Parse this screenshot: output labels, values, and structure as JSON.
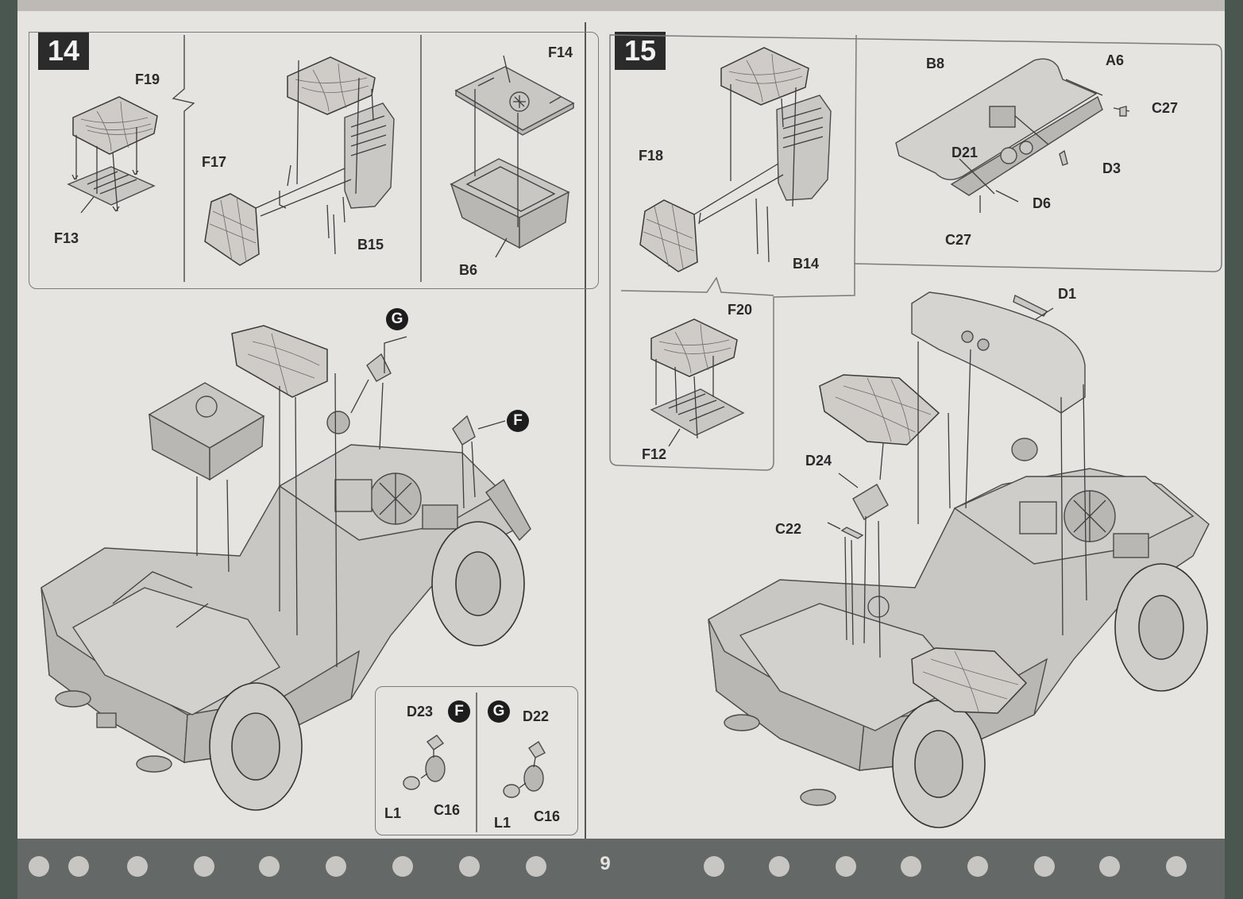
{
  "page_number": "9",
  "steps": [
    {
      "number": "14",
      "sub_assemblies": [
        {
          "parts": [
            "F19",
            "F13"
          ]
        },
        {
          "parts": [
            "F17",
            "B15"
          ]
        },
        {
          "parts": [
            "F14",
            "B6"
          ]
        }
      ],
      "markers": [
        "G",
        "F"
      ],
      "detail_box": {
        "left": {
          "marker": "F",
          "parts": [
            "D23",
            "L1",
            "C16"
          ]
        },
        "right": {
          "marker": "G",
          "parts": [
            "D22",
            "L1",
            "C16"
          ]
        }
      }
    },
    {
      "number": "15",
      "sub_assemblies": [
        {
          "parts": [
            "F18",
            "B14"
          ]
        },
        {
          "parts": [
            "B8",
            "A6",
            "C27",
            "D21",
            "D3",
            "D6",
            "C27"
          ]
        },
        {
          "parts": [
            "F20",
            "F12"
          ]
        }
      ],
      "main_parts": [
        "D1",
        "D24",
        "C22"
      ]
    }
  ],
  "colors": {
    "page": "#e6e4e1",
    "ink": "#2a2a2a",
    "step_box": "#2b2b2b",
    "bottom_band": "#646866"
  }
}
